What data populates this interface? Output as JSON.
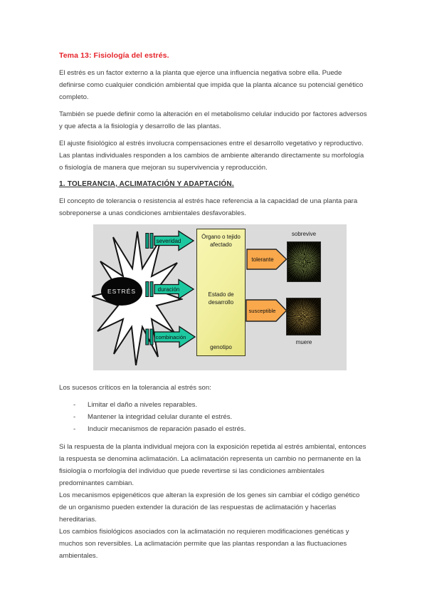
{
  "page": {
    "title": "Tema 13: Fisiología del estrés.",
    "paragraphs_top": [
      "El estrés es un factor externo a la planta que ejerce una influencia negativa sobre ella. Puede definirse como cualquier condición ambiental que impida que la planta alcance su potencial genético completo.",
      "También se puede definir como la alteración en el metabolismo celular inducido por factores adversos y que afecta a la fisiología y desarrollo de las plantas.",
      "El ajuste fisiológico al estrés involucra compensaciones entre el desarrollo vegetativo y reproductivo. Las plantas individuales responden a los cambios de ambiente alterando directamente su morfología o fisiología de manera que mejoran su supervivencia y reproducción."
    ],
    "section_heading": "1. TOLERANCIA, ACLIMATACIÓN Y ADAPTACIÓN.",
    "paragraph_tolerancia": "El concepto de tolerancia o resistencia al estrés hace referencia a la capacidad de una planta para sobreponerse a unas condiciones ambientales desfavorables.",
    "list_intro": "Los sucesos críticos en la tolerancia al estrés son:",
    "bullet_marker": "-",
    "bullets": [
      "Limitar el daño a niveles reparables.",
      "Mantener la integridad celular durante el estrés.",
      "Inducir mecanismos de reparación pasado el estrés."
    ],
    "paragraphs_bottom": [
      "Si la respuesta de la planta individual mejora con la exposición repetida al estrés ambiental, entonces la respuesta se denomina aclimatación. La aclimatación representa un cambio no permanente en la fisiología o morfología del individuo que puede revertirse si las condiciones ambientales predominantes cambian.",
      "Los mecanismos epigenéticos que alteran la expresión de los genes sin cambiar el código genético de un organismo pueden extender la duración de las respuestas de aclimatación y hacerlas hereditarias.",
      "Los cambios fisiológicos asociados con la aclimatación no requieren modificaciones genéticas y muchos son reversibles. La aclimatación permite que las plantas respondan a las fluctuaciones ambientales."
    ]
  },
  "diagram": {
    "stress_label": "ESTRÉS",
    "factor_arrows": [
      "severidad",
      "duración",
      "combinación"
    ],
    "plant_box_lines": [
      "Órgano o tejido afectado",
      "Estado de desarrollo",
      "genotipo"
    ],
    "outcome_arrows": [
      "tolerante",
      "susceptible"
    ],
    "outcome_labels": [
      "sobrevive",
      "muere"
    ],
    "colors": {
      "background": "#dbdbdb",
      "factor_arrow": "#1dc8a0",
      "factor_bar": "#0da183",
      "outcome_arrow": "#f9a84c",
      "box_fill": "#f1ef9e"
    }
  },
  "colors": {
    "title_red": "#e5242a",
    "body_text": "#3d3d3d"
  }
}
